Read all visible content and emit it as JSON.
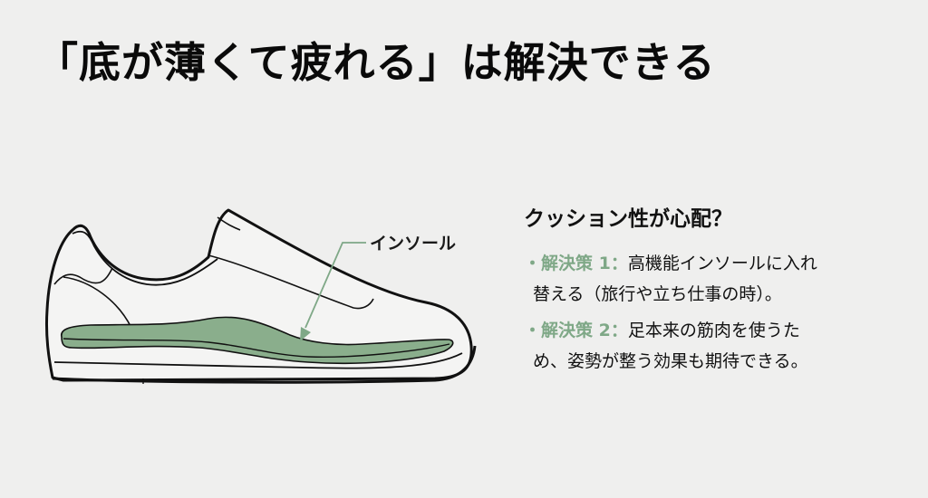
{
  "title": "「底が薄くて疲れる」は解決できる",
  "illustration": {
    "callout_label": "インソール",
    "colors": {
      "outline": "#111111",
      "insole_fill": "#8aae8c",
      "arrow": "#7fa887",
      "background": "#efefee"
    }
  },
  "panel": {
    "heading": "クッション性が心配？",
    "solutions": [
      {
        "bullet": "・",
        "label": "解決策 1：",
        "text_line1": "高機能インソールに入れ",
        "text_line2": "替える（旅行や立ち仕事の時）。"
      },
      {
        "bullet": "・",
        "label": "解決策 2：",
        "text_line1": "足本来の筋肉を使うた",
        "text_line2": "め、姿勢が整う効果も期待できる。"
      }
    ],
    "accent_color": "#7fa887"
  }
}
